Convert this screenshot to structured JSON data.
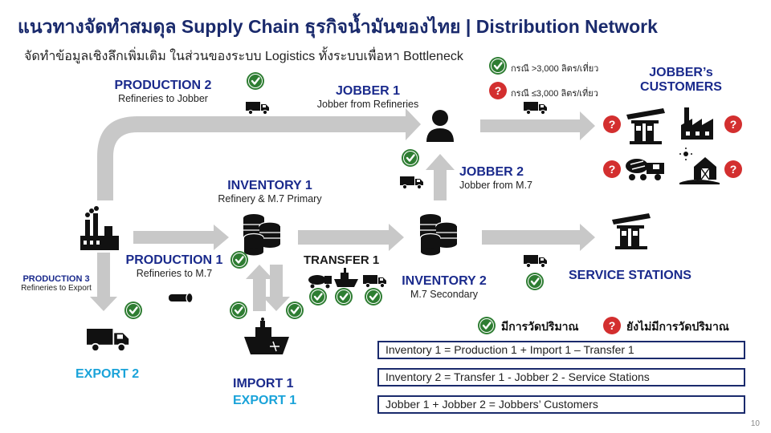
{
  "header": {
    "title": "แนวทางจัดทำสมดุล Supply Chain ธุรกิจน้ำมันของไทย | Distribution Network",
    "subtitle": "จัดทำข้อมูลเชิงลึกเพิ่มเติม ในส่วนของระบบ Logistics ทั้งระบบเพื่อหา Bottleneck"
  },
  "nodes": {
    "production2": {
      "title": "PRODUCTION 2",
      "sub": "Refineries to Jobber"
    },
    "jobber1": {
      "title": "JOBBER 1",
      "sub": "Jobber from Refineries"
    },
    "jobber2": {
      "title": "JOBBER 2",
      "sub": "Jobber from M.7"
    },
    "jobbers_customers": {
      "title_line1": "JOBBER’s",
      "title_line2": "CUSTOMERS"
    },
    "inventory1": {
      "title": "INVENTORY 1",
      "sub": "Refinery & M.7 Primary"
    },
    "inventory2": {
      "title": "INVENTORY 2",
      "sub": "M.7 Secondary"
    },
    "production1": {
      "title": "PRODUCTION 1",
      "sub": "Refineries to M.7"
    },
    "production3": {
      "title": "PRODUCTION 3",
      "sub": "Refineries to Export"
    },
    "transfer1": {
      "title": "TRANSFER 1"
    },
    "service_stations": {
      "title": "SERVICE STATIONS"
    },
    "export2": {
      "title": "EXPORT 2"
    },
    "import1": {
      "title": "IMPORT 1"
    },
    "export1": {
      "title": "EXPORT 1"
    }
  },
  "truck_legend": {
    "over": "กรณี >3,000 ลิตร/เที่ยว",
    "under": "กรณี ≤3,000 ลิตร/เที่ยว"
  },
  "status_legend": {
    "measured": "มีการวัดปริมาณ",
    "not_measured": "ยังไม่มีการวัดปริมาณ"
  },
  "equations": [
    "Inventory 1 = Production 1 + Import 1 – Transfer 1",
    "Inventory 2 = Transfer 1 - Jobber  2 - Service Stations",
    "Jobber 1 + Jobber 2 = Jobbers’ Customers"
  ],
  "symbols": {
    "check": "✓",
    "question": "?"
  },
  "colors": {
    "navy": "#1a2a8c",
    "cyan": "#1aa3d9",
    "check_green": "#2e7d32",
    "question_red": "#d32f2f",
    "arrow_gray": "#c8c8c8"
  },
  "page_number": "10"
}
